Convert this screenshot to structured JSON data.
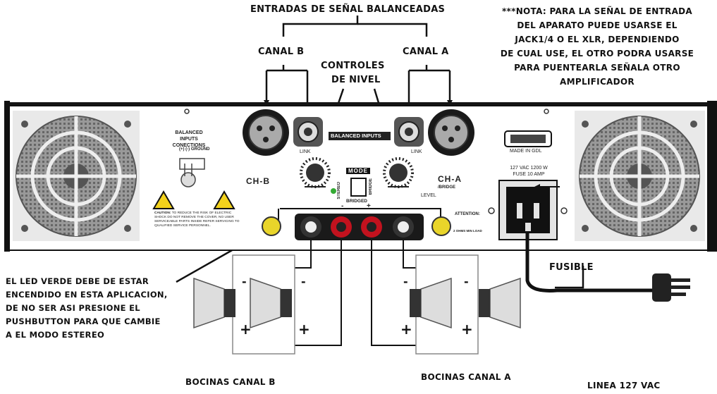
{
  "annotations": {
    "balanced_inputs": "ENTRADAS DE SEÑAL BALANCEADAS",
    "canal_b": "CANAL B",
    "canal_a": "CANAL A",
    "controles_line1": "CONTROLES",
    "controles_line2": "DE NIVEL",
    "note_lines": [
      "***NOTA:  PARA LA SEÑAL DE ENTRADA",
      "DEL APARATO PUEDE USARSE EL",
      "JACK1/4 O EL XLR, DEPENDIENDO",
      "DE CUAL USE, EL OTRO PODRA USARSE",
      "PARA PUENTEARLA SEÑALA OTRO",
      "AMPLIFICADOR"
    ],
    "led_lines": [
      "EL LED VERDE DEBE DE ESTAR",
      "ENCENDIDO EN ESTA APLICACION,",
      "DE NO SER ASI PRESIONE EL",
      "PUSHBUTTON PARA QUE CAMBIE",
      "A EL MODO ESTEREO"
    ],
    "fusible": "FUSIBLE",
    "bocinas_b": "BOCINAS CANAL B",
    "bocinas_a": "BOCINAS CANAL A",
    "linea": "LINEA 127 VAC"
  },
  "panel": {
    "balanced_inputs_label": "BALANCED INPUTS",
    "connections_line1": "BALANCED INPUTS",
    "connections_line2": "CONECTIONS",
    "pin_labels": "(+)  (-)     GROUND",
    "link_b": "LINK",
    "link_a": "LINK",
    "ch_b": "CH-B",
    "ch_a": "CH-A",
    "bridge_sub": "/BRIDGE",
    "mode": "MODE",
    "stereo": "STEREO",
    "bridge": "BRIDGE",
    "bridged": "BRIDGED",
    "level": "LEVEL",
    "caution_bold": "CAUTION:",
    "caution_text": "TO REDUCE THE RISK OF ELECTRIC SHOCK DO NOT REMOVE THE COVER, NO USER SERVICEABLE PARTS INSIDE REFER SERVICING TO QUALIFIED SERVICE PERSONNEL.",
    "made_in": "MADE IN GDL",
    "power_line1": "127 VAC 1200 W",
    "power_line2": "FUSE 10 AMP",
    "attention": "ATTENTION:",
    "ohms": "2 OHMS MIN LOAD",
    "plus_b": "+",
    "minus_b": "-",
    "plus_a": "+",
    "minus_a": "-"
  },
  "speakers": {
    "b_left_minus": "-",
    "b_left_plus": "+",
    "b_right_minus": "-",
    "b_right_plus": "+",
    "a_left_minus": "-",
    "a_left_plus": "+",
    "a_right_minus": "-",
    "a_right_plus": "+"
  }
}
